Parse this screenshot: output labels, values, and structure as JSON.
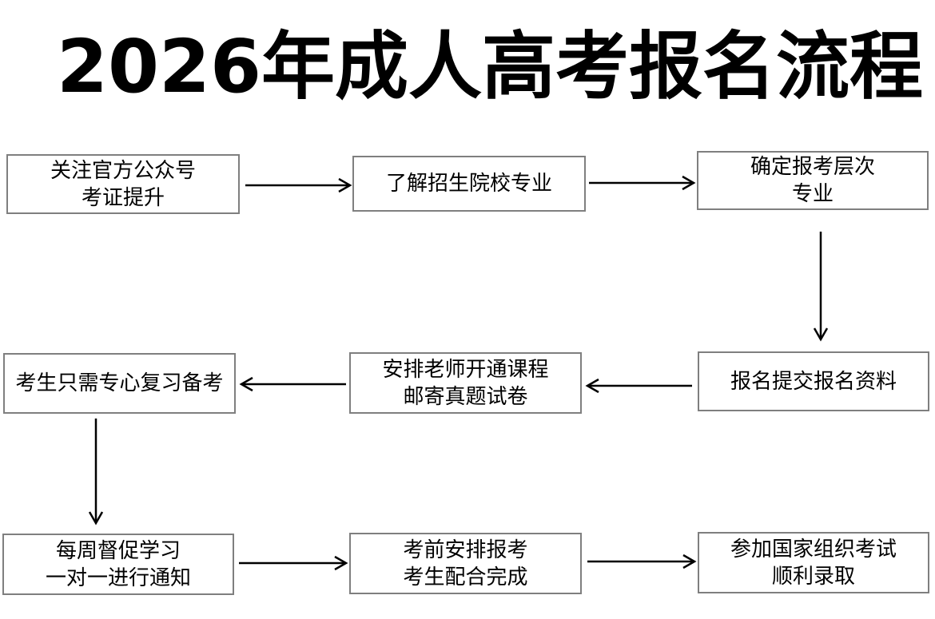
{
  "title": "2026年成人高考报名流程",
  "nodes": [
    {
      "lines": [
        "关注官方公众号",
        "考证提升"
      ]
    },
    {
      "lines": [
        "了解招生院校专业"
      ]
    },
    {
      "lines": [
        "确定报考层次",
        "专业"
      ]
    },
    {
      "lines": [
        "报名提交报名资料"
      ]
    },
    {
      "lines": [
        "安排老师开通课程",
        "邮寄真题试卷"
      ]
    },
    {
      "lines": [
        "考生只需专心复习备考"
      ]
    },
    {
      "lines": [
        "每周督促学习",
        "一对一进行通知"
      ]
    },
    {
      "lines": [
        "考前安排报考",
        "考生配合完成"
      ]
    },
    {
      "lines": [
        "参加国家组织考试",
        "顺利录取"
      ]
    }
  ],
  "edges": [
    {
      "from": "关注官方公众号 考证提升",
      "to": "了解招生院校专业",
      "direction": "right"
    },
    {
      "from": "了解招生院校专业",
      "to": "确定报考层次 专业",
      "direction": "right"
    },
    {
      "from": "确定报考层次 专业",
      "to": "报名提交报名资料",
      "direction": "down"
    },
    {
      "from": "报名提交报名资料",
      "to": "安排老师开通课程 邮寄真题试卷",
      "direction": "left"
    },
    {
      "from": "安排老师开通课程 邮寄真题试卷",
      "to": "考生只需专心复习备考",
      "direction": "left"
    },
    {
      "from": "考生只需专心复习备考",
      "to": "每周督促学习 一对一进行通知",
      "direction": "down"
    },
    {
      "from": "每周督促学习 一对一进行通知",
      "to": "考前安排报考 考生配合完成",
      "direction": "right"
    },
    {
      "from": "考前安排报考 考生配合完成",
      "to": "参加国家组织考试 顺利录取",
      "direction": "right"
    }
  ],
  "colors": {
    "background": "#ffffff",
    "box_border": "#7f7f7f",
    "text": "#000000",
    "arrow": "#000000",
    "title": "#000000"
  }
}
